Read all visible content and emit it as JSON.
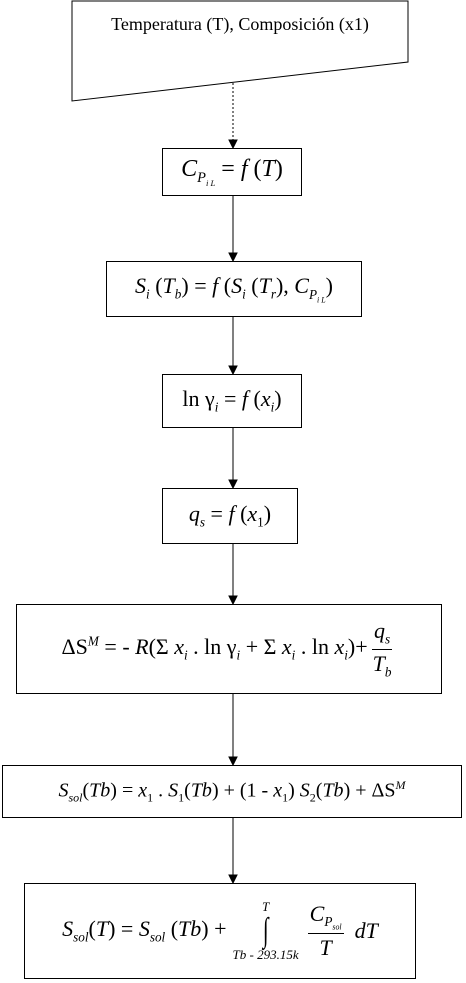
{
  "input": {
    "text": "Temperatura (T), Composición (x1)"
  },
  "boxes": {
    "cp": "C_PiL = f(T)",
    "s_tb": "S_i(T_b) = f(S_i(T_r), C_PiL)",
    "ln_gamma": "ln γ_i = f(x_i)",
    "qs": "q_s = f(x_1)",
    "delta_s": "ΔS^M = - R(Σ x_i . ln γ_i + Σ x_i . ln x_i) + q_s/T_b",
    "s_sol_tb": "S_sol(Tb) = x_1 . S_1(Tb) + (1 - x_1) S_2(Tb) + ΔS^M",
    "s_sol_t": "S_sol(T) = S_sol(Tb) + ∫ from Tb - 293.15k to T of C_Psol/T dT"
  },
  "integral_limits": {
    "upper": "T",
    "lower": "Tb - 293.15k"
  }
}
